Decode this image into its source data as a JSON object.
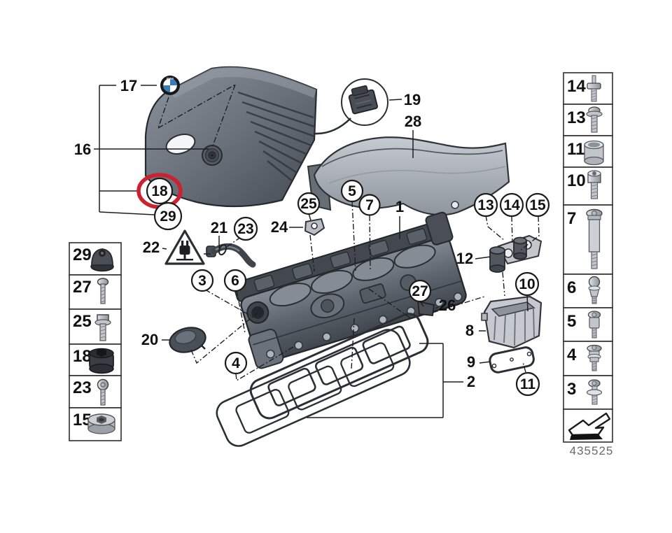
{
  "footer": {
    "code": "435525"
  },
  "logo": {
    "brand": "BMW"
  },
  "colors": {
    "highlight_red": "#cf2030",
    "bmw_blue": "#3a7abf",
    "line": "#1d1f22",
    "part_gray_dark": "#4a5058",
    "part_gray_mid": "#7b828c",
    "part_gray_light": "#b9bec5"
  },
  "callouts": {
    "c1": "1",
    "c2": "2",
    "c3": "3",
    "c4": "4",
    "c5": "5",
    "c6": "6",
    "c7": "7",
    "c8": "8",
    "c9": "9",
    "c10": "10",
    "c11": "11",
    "c12": "12",
    "c13": "13",
    "c14": "14",
    "c15": "15",
    "c16": "16",
    "c17": "17",
    "c18": "18",
    "c19": "19",
    "c20": "20",
    "c21": "21",
    "c22": "22",
    "c23": "23",
    "c24": "24",
    "c25": "25",
    "c26": "26",
    "c27": "27",
    "c28": "28",
    "c29": "29"
  },
  "left_table": {
    "rows": [
      {
        "label": "29",
        "icon": "rubber-grommet"
      },
      {
        "label": "27",
        "icon": "pan-head-screw"
      },
      {
        "label": "25",
        "icon": "hex-flange-bolt"
      },
      {
        "label": "18",
        "icon": "rubber-bushing"
      },
      {
        "label": "23",
        "icon": "torx-screw"
      },
      {
        "label": "15",
        "icon": "sealing-plug"
      }
    ]
  },
  "right_table": {
    "rows": [
      {
        "label": "14",
        "icon": "stud-bolt"
      },
      {
        "label": "13",
        "icon": "flange-bolt"
      },
      {
        "label": "11",
        "icon": "sleeve-bushing"
      },
      {
        "label": "10",
        "icon": "cap-screw"
      },
      {
        "label": "7",
        "icon": "long-shoulder-bolt"
      },
      {
        "label": "6",
        "icon": "ball-stud"
      },
      {
        "label": "5",
        "icon": "shoulder-screw"
      },
      {
        "label": "4",
        "icon": "stepped-stud"
      },
      {
        "label": "3",
        "icon": "washer-screw"
      }
    ]
  }
}
